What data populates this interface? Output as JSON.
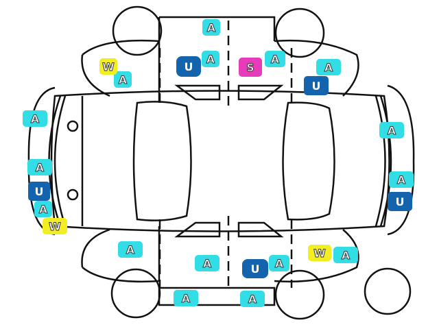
{
  "title": "Vehicle damage map",
  "legend_colors": {
    "A": "#33dde6",
    "U": "#1463ad",
    "W": "#f2ee22",
    "S": "#e63cba"
  },
  "marks": [
    "A",
    "A",
    "W",
    "U",
    "A",
    "S",
    "A",
    "A",
    "U",
    "A",
    "A",
    "A",
    "A",
    "U",
    "A",
    "U",
    "W",
    "A",
    "A",
    "U",
    "A",
    "W",
    "A",
    "A",
    "A"
  ]
}
